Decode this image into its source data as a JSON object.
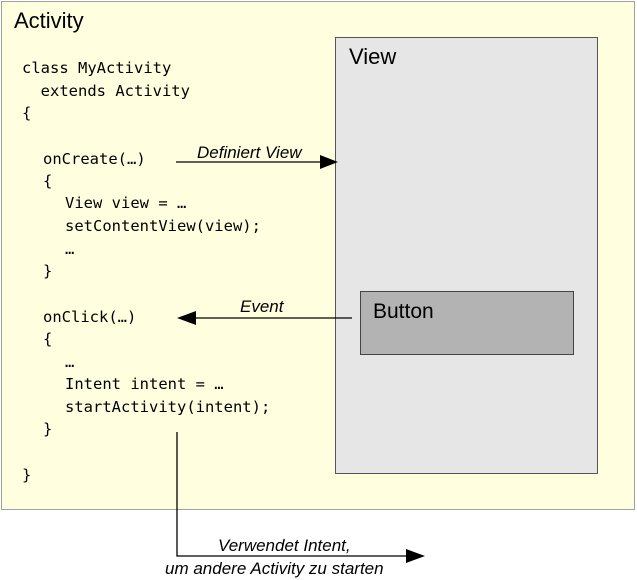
{
  "activity": {
    "title": "Activity"
  },
  "view": {
    "title": "View"
  },
  "button": {
    "title": "Button"
  },
  "code": {
    "class_decl": "class MyActivity",
    "extends_decl": "  extends Activity",
    "open_class": "{",
    "on_create": "onCreate(…)",
    "on_create_open": "{",
    "view_line": "View view = …",
    "set_content_view": "setContentView(view);",
    "ellipsis_1": "…",
    "on_create_close": "}",
    "on_click": "onClick(…)",
    "on_click_open": "{",
    "ellipsis_2": "…",
    "intent_line": "Intent intent = …",
    "start_activity": "startActivity(intent);",
    "on_click_close": "}",
    "close_class": "}"
  },
  "arrows": {
    "defines_view": "Definiert View",
    "event": "Event",
    "uses_intent_line1": "Verwendet Intent,",
    "uses_intent_line2": "um andere Activity zu starten"
  }
}
